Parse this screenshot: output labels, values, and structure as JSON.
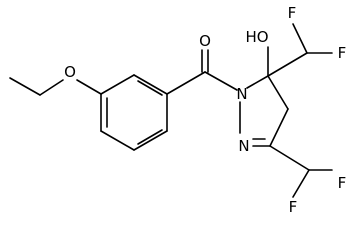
{
  "molecule": {
    "atoms": {
      "o_ether": "O",
      "o_carbonyl": "O",
      "oh": "HO",
      "n1": "N",
      "n2": "N",
      "f_top_right": "F",
      "f_top_left": "F",
      "f_bottom_right": "F",
      "f_bottom_left": "F"
    }
  }
}
